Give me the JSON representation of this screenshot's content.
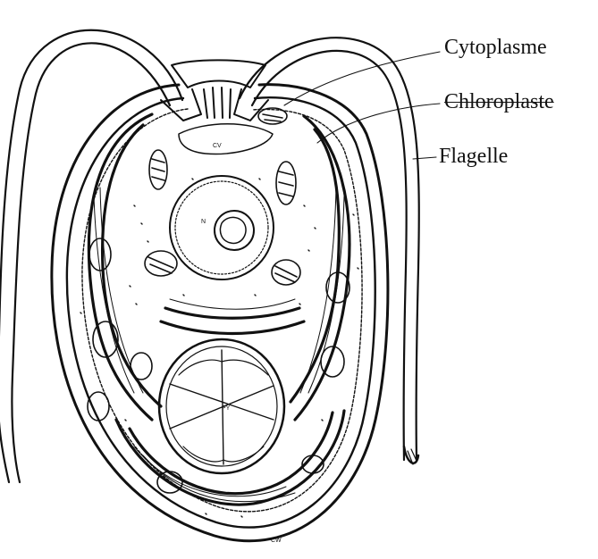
{
  "labels": {
    "cytoplasme": "Cytoplasme",
    "chloroplaste": "Chloroplaste",
    "flagelle": "Flagelle"
  },
  "inner_labels": {
    "cv": "CV",
    "n": "N",
    "py": "PY",
    "cw": "CW"
  },
  "colors": {
    "ink": "#111111",
    "background": "#ffffff"
  }
}
